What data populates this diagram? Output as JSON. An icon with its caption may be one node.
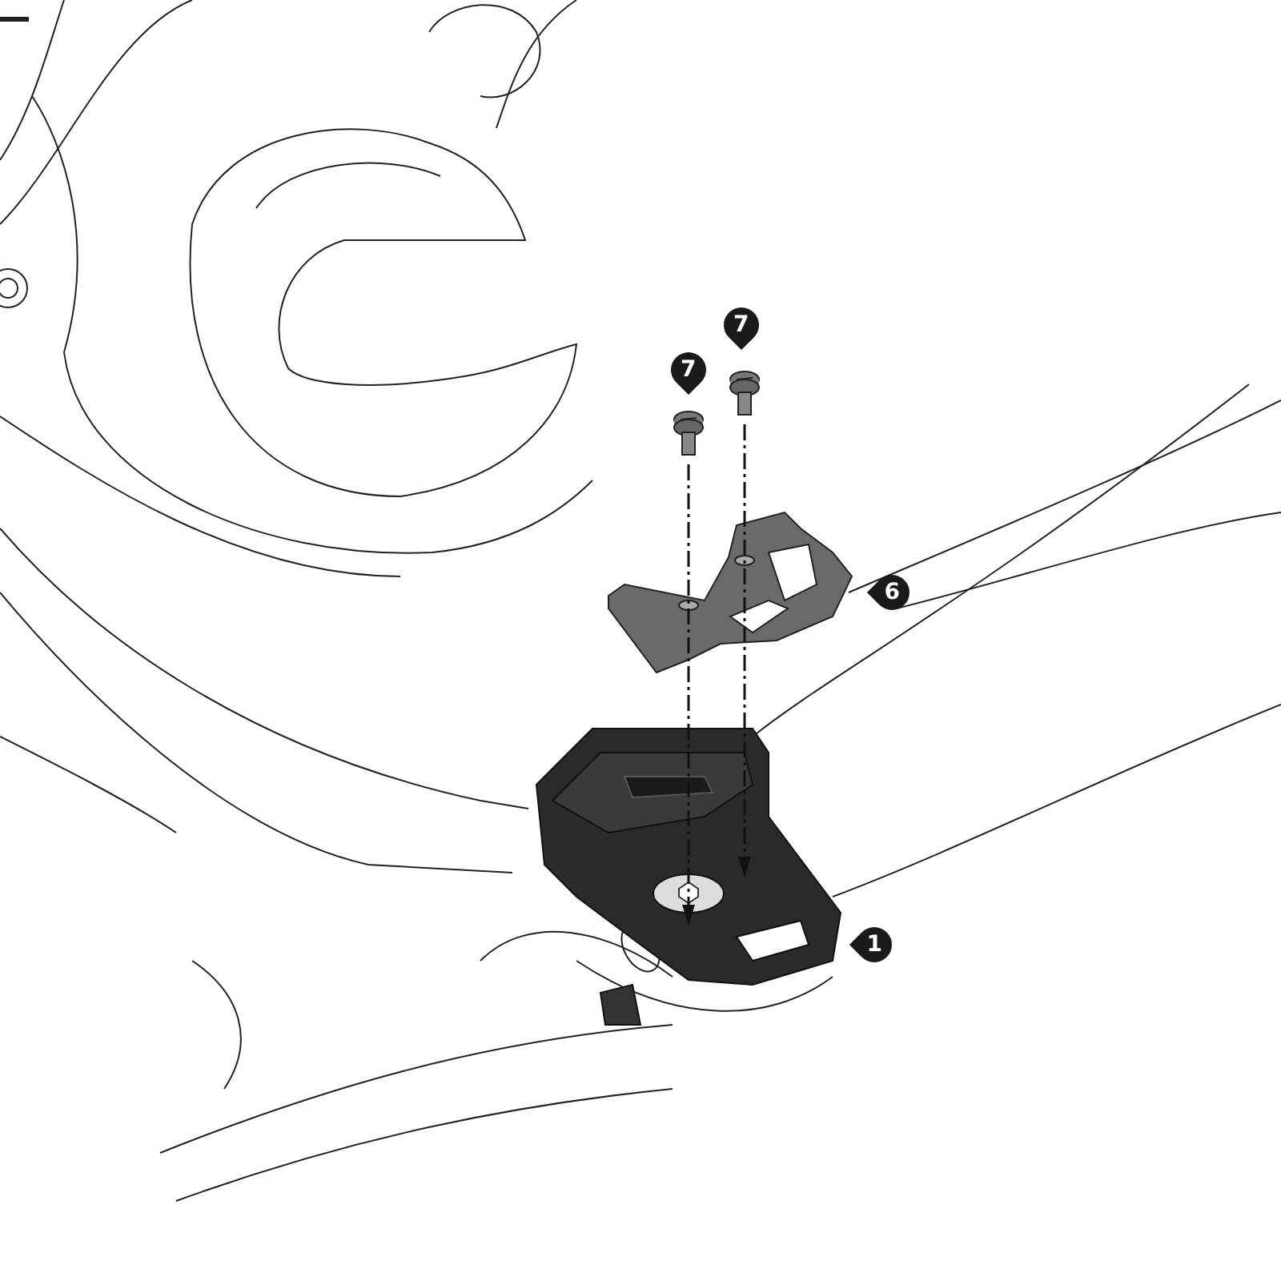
{
  "diagram": {
    "labels": [
      "7",
      "7",
      "6",
      "1"
    ]
  }
}
